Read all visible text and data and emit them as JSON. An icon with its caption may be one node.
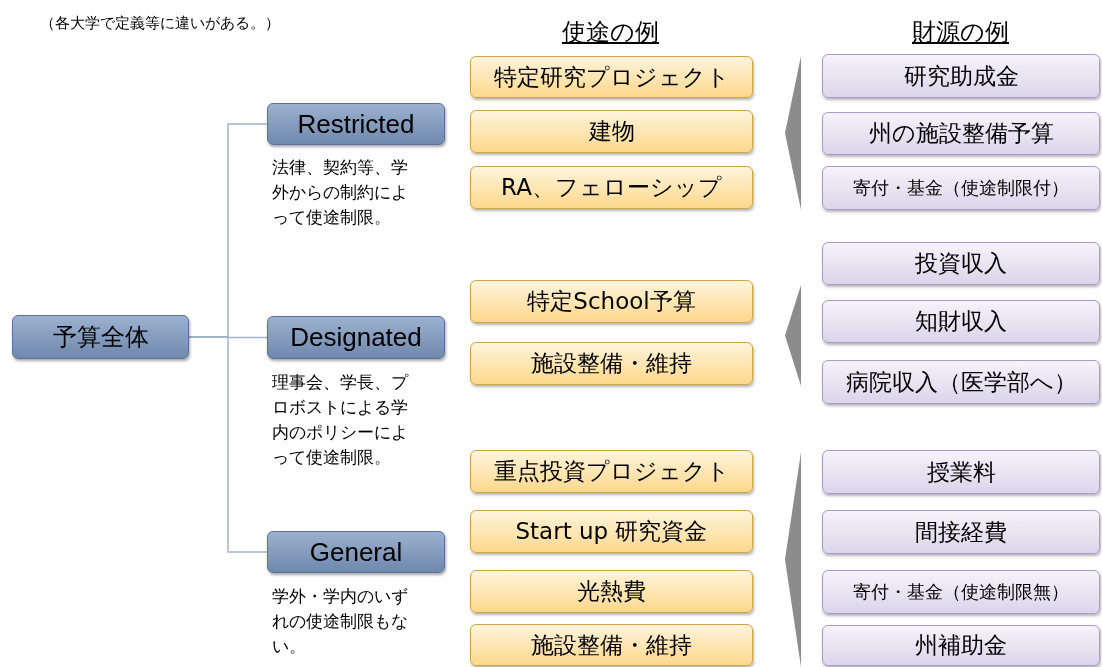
{
  "diagram": {
    "nodes": [
      {
        "text": [
          "予算全体"
        ]
      },
      {
        "text": [
          "Restricted"
        ],
        "beside": [
          "法律、契約等、学外からの制約によって使途制限。"
        ]
      },
      {
        "text": [
          "Designated"
        ],
        "beside": [
          "理事会、学長、プロボストによる学内のポリシーによって使途制限。"
        ]
      },
      {
        "text": [
          "General"
        ],
        "beside": [
          "学外・学内のいずれの使途制限もない。"
        ]
      },
      {
        "text": [
          "特定研究プロジェクト"
        ]
      },
      {
        "text": [
          "建物"
        ]
      },
      {
        "text": [
          "RA、フェローシップ"
        ]
      },
      {
        "text": [
          "特定School予算"
        ]
      },
      {
        "text": [
          "施設整備・維持"
        ]
      },
      {
        "text": [
          "重点投資プロジェクト"
        ]
      },
      {
        "text": [
          "Start up 研究資金"
        ]
      },
      {
        "text": [
          "光熱費"
        ]
      },
      {
        "text": [
          "施設整備・維持"
        ]
      },
      {
        "text": [
          "研究助成金"
        ]
      },
      {
        "text": [
          "州の施設整備予算"
        ]
      },
      {
        "text": [
          "寄付・基金（使途制限付）"
        ]
      },
      {
        "text": [
          "投資収入"
        ]
      },
      {
        "text": [
          "知財収入"
        ]
      },
      {
        "text": [
          "病院収入（医学部へ）"
        ]
      },
      {
        "text": [
          "授業料"
        ]
      },
      {
        "text": [
          "間接経費"
        ]
      },
      {
        "text": [
          "寄付・基金（使途制限無）"
        ]
      },
      {
        "text": [
          "州補助金"
        ]
      },
      {
        "text": [],
        "shape": "chevron"
      },
      {
        "text": [],
        "shape": "chevron"
      },
      {
        "text": [],
        "shape": "chevron"
      }
    ],
    "edges": [
      {
        "from": 0,
        "to": 1,
        "arrow": "none"
      },
      {
        "from": 0,
        "to": 2,
        "arrow": "none"
      },
      {
        "from": 0,
        "to": 3,
        "arrow": "none"
      }
    ],
    "labels": [
      "（各大学で定義等に違いがある。）",
      "使途の例",
      "財源の例"
    ]
  }
}
